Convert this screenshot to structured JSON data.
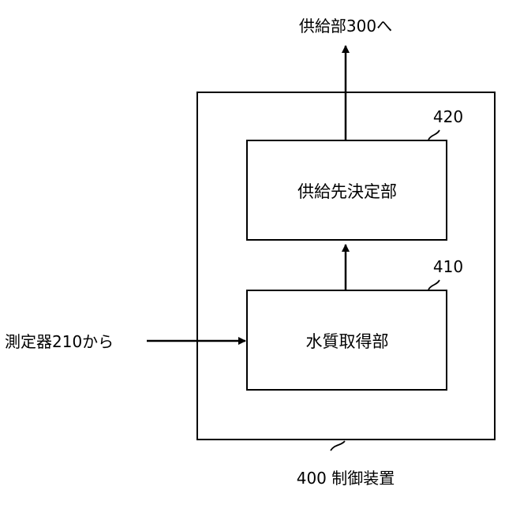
{
  "labels": {
    "output_destination": "供給部300へ",
    "input_source": "測定器210から",
    "controller": "400 制御装置",
    "ref_upper": "420",
    "ref_lower": "410"
  },
  "blocks": {
    "upper": "供給先決定部",
    "lower": "水質取得部"
  },
  "colors": {
    "stroke": "#000000",
    "background": "#ffffff"
  }
}
